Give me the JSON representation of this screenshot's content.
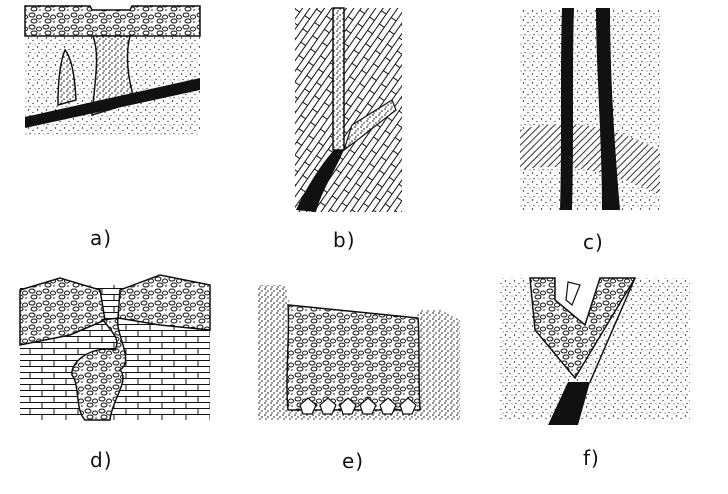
{
  "figures": [
    {
      "id": "a",
      "label": "a)"
    },
    {
      "id": "b",
      "label": "b)"
    },
    {
      "id": "c",
      "label": "c)"
    },
    {
      "id": "d",
      "label": "d)"
    },
    {
      "id": "e",
      "label": "e)"
    },
    {
      "id": "f",
      "label": "f)"
    }
  ],
  "colors": {
    "ink": "#111111",
    "paper": "#ffffff"
  }
}
